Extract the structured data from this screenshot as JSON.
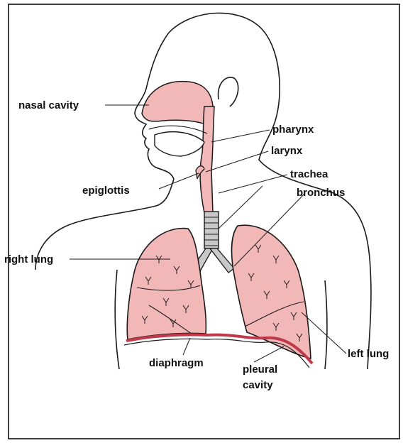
{
  "colors": {
    "outline": "#1a1a1a",
    "tissue": "#f2b8b8",
    "diaphragm": "#c0394b",
    "trachea": "#9a9a9a",
    "background": "#ffffff"
  },
  "labels": {
    "nasal_cavity": "nasal cavity",
    "pharynx": "pharynx",
    "larynx": "larynx",
    "epiglottis": "epiglottis",
    "trachea": "trachea",
    "bronchus": "bronchus",
    "right_lung": "right lung",
    "diaphragm": "diaphragm",
    "pleural_line1": "pleural",
    "pleural_line2": "cavity",
    "left_lung": "left lung"
  }
}
